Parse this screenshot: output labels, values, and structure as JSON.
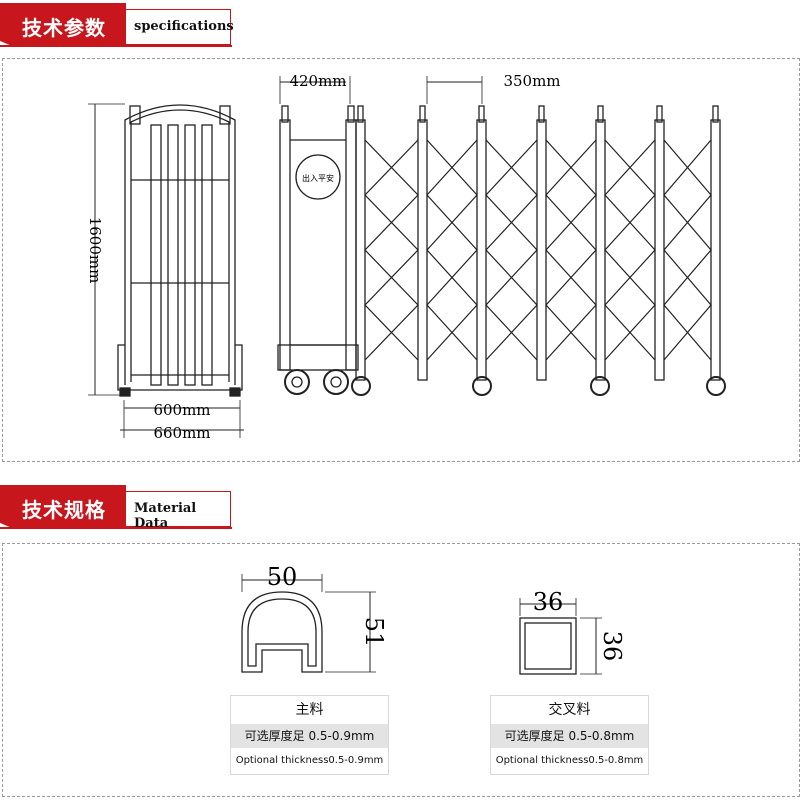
{
  "sections": {
    "specs": {
      "title_cn": "技术参数",
      "title_en": "specifications"
    },
    "material": {
      "title_cn": "技术规格",
      "title_en": "Material Data"
    }
  },
  "dimensions": {
    "height": "1600mm",
    "base_inner": "600mm",
    "base_outer": "660mm",
    "head_width": "420mm",
    "panel_spacing": "350mm",
    "sign_text": "出入平安"
  },
  "profiles": {
    "main": {
      "width": "50",
      "height": "51",
      "name": "主料",
      "thickness_cn": "可选厚度足 0.5-0.9mm",
      "thickness_en": "Optional thickness0.5-0.9mm"
    },
    "cross": {
      "width": "36",
      "height": "36",
      "name": "交叉料",
      "thickness_cn": "可选厚度足 0.5-0.8mm",
      "thickness_en": "Optional thickness0.5-0.8mm"
    }
  },
  "colors": {
    "accent": "#c8161d",
    "border": "#9a9a9a"
  }
}
